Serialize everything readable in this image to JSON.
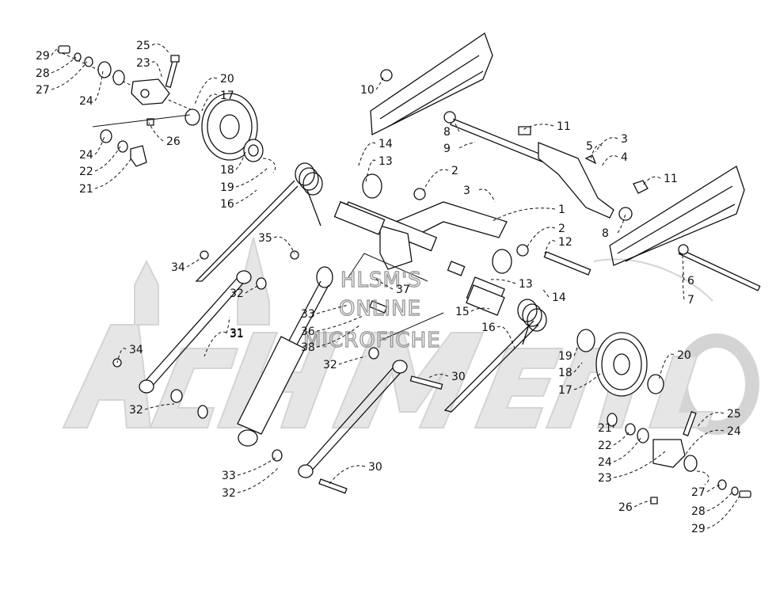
{
  "watermark": {
    "line1": "HLSM'S",
    "line2": "ONLINE",
    "line3": "MICROFICHE",
    "logo": "ArcticCat"
  },
  "callouts": [
    "29",
    "28",
    "27",
    "24",
    "25",
    "23",
    "20",
    "17",
    "24",
    "22",
    "21",
    "26",
    "18",
    "19",
    "16",
    "10",
    "8",
    "9",
    "11",
    "3",
    "5",
    "4",
    "11",
    "14",
    "13",
    "2",
    "3",
    "1",
    "2",
    "12",
    "8",
    "6",
    "7",
    "35",
    "34",
    "32",
    "31",
    "37",
    "33",
    "36",
    "38",
    "32",
    "15",
    "13",
    "14",
    "16",
    "19",
    "18",
    "17",
    "20",
    "34",
    "30",
    "32",
    "31",
    "30",
    "33",
    "32",
    "21",
    "22",
    "24",
    "23",
    "25",
    "24",
    "26",
    "27",
    "28",
    "29"
  ]
}
